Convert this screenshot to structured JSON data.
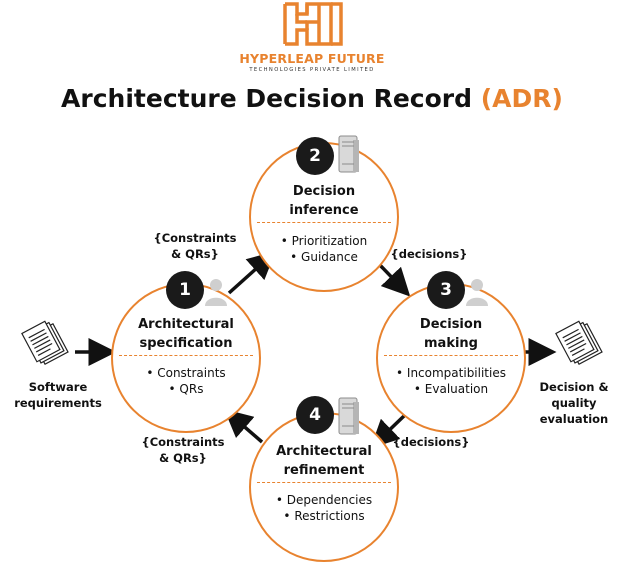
{
  "brand": {
    "name": "HYPERLEAP FUTURE",
    "subtitle": "TECHNOLOGIES PRIVATE LIMITED",
    "color": "#e8832f"
  },
  "title": {
    "main": "Architecture Decision Record ",
    "accent": "(ADR)"
  },
  "colors": {
    "accent": "#e8832f",
    "badge": "#1a1a1a",
    "text": "#111111"
  },
  "nodes": [
    {
      "number": "1",
      "title_line1": "Architectural",
      "title_line2": "specification",
      "items": [
        "Constraints",
        "QRs"
      ],
      "icon": "user-icon"
    },
    {
      "number": "2",
      "title_line1": "Decision",
      "title_line2": "inference",
      "items": [
        "Prioritization",
        "Guidance"
      ],
      "icon": "server-icon"
    },
    {
      "number": "3",
      "title_line1": "Decision",
      "title_line2": "making",
      "items": [
        "Incompatibilities",
        "Evaluation"
      ],
      "icon": "user-icon"
    },
    {
      "number": "4",
      "title_line1": "Architectural",
      "title_line2": "refinement",
      "items": [
        "Dependencies",
        "Restrictions"
      ],
      "icon": "server-icon"
    }
  ],
  "edge_labels": {
    "top_left_line1": "{Constraints",
    "top_left_line2": "& QRs}",
    "top_right": "{decisions}",
    "bottom_right": "{decisions}",
    "bottom_left_line1": "{Constraints",
    "bottom_left_line2": "& QRs}"
  },
  "input": {
    "line1": "Software",
    "line2": "requirements",
    "icon": "documents-icon"
  },
  "output": {
    "line1": "Decision &",
    "line2": "quality",
    "line3": "evaluation",
    "icon": "documents-icon"
  }
}
